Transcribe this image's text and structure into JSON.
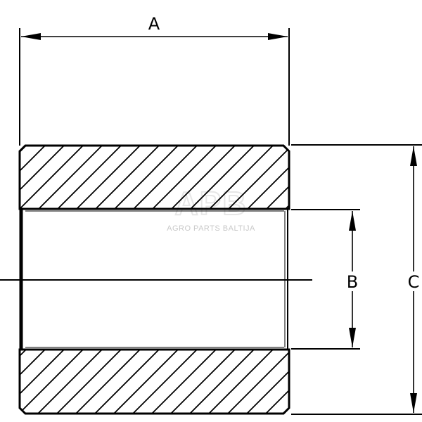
{
  "drawing": {
    "dimensions": {
      "width_label": "A",
      "inner_diameter_label": "B",
      "outer_diameter_label": "C"
    },
    "colors": {
      "line": "#000000",
      "background": "#ffffff",
      "watermark": "#d9d9d9"
    }
  },
  "watermark": {
    "logo": "APB",
    "company": "AGRO PARTS BALTIJA"
  }
}
